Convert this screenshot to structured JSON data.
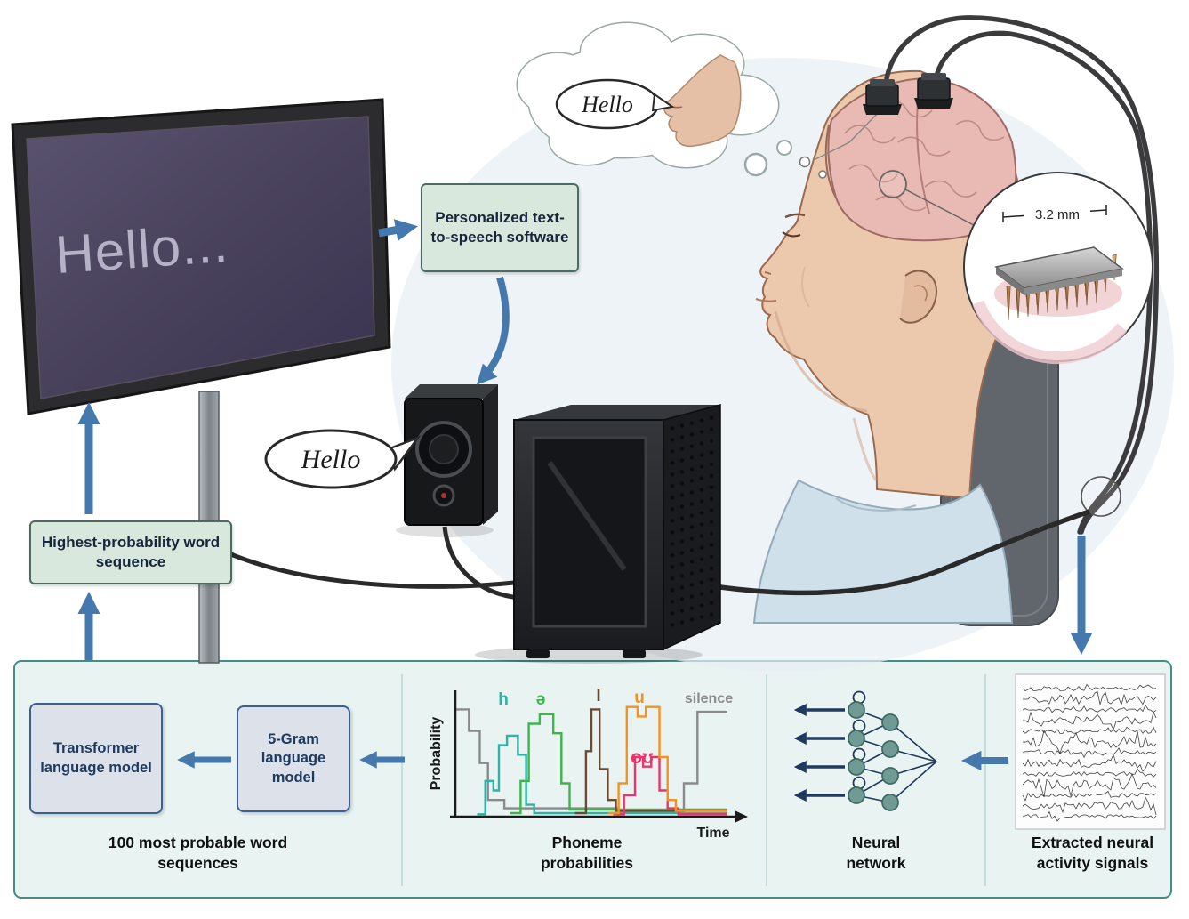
{
  "palette": {
    "panel_bg": "#e9f4f2",
    "panel_border": "#3f8e88",
    "green_box_bg": "#d9e8dc",
    "green_box_border": "#4d6b63",
    "blue_box_bg": "#dde2ea",
    "blue_box_border": "#3c5f95",
    "arrow_blue": "#4579ad",
    "navy": "#1e3a5f",
    "node_teal": "#6f9b94",
    "screen_bg": "#49425c",
    "screen_text": "#b5b1c6"
  },
  "thought_bubble": {
    "text": "Hello"
  },
  "screen": {
    "text": "Hello..."
  },
  "speaker_bubble": {
    "text": "Hello"
  },
  "implant_inset": {
    "measurement": "3.2 mm"
  },
  "flow_boxes": {
    "tts": "Personalized text-to-speech software",
    "word_sequence": "Highest-probability word sequence",
    "transformer": "Transformer language model",
    "ngram": "5-Gram language model"
  },
  "captions": {
    "word_sequences": "100 most probable word sequences",
    "phonemes": "Phoneme probabilities",
    "neural_network": "Neural network",
    "signals": "Extracted neural activity signals"
  },
  "chart_data": {
    "type": "line",
    "title": "Phoneme probabilities",
    "xlabel": "Time",
    "ylabel": "Probability",
    "xlim": [
      0,
      100
    ],
    "ylim": [
      0,
      1
    ],
    "grid": false,
    "legend_position": "above-curves",
    "series": [
      {
        "name": "silence",
        "color": "#8a8a8a",
        "points": [
          [
            0,
            0.9
          ],
          [
            5,
            0.9
          ],
          [
            5,
            0.72
          ],
          [
            9,
            0.72
          ],
          [
            9,
            0.45
          ],
          [
            12,
            0.45
          ],
          [
            12,
            0.14
          ],
          [
            18,
            0.14
          ],
          [
            18,
            0.07
          ],
          [
            60,
            0.07
          ],
          [
            60,
            0.04
          ],
          [
            84,
            0.04
          ],
          [
            84,
            0.28
          ],
          [
            89,
            0.28
          ],
          [
            89,
            0.88
          ],
          [
            100,
            0.88
          ]
        ]
      },
      {
        "name": "h",
        "color": "#2bb3a8",
        "points": [
          [
            8,
            0.02
          ],
          [
            11,
            0.02
          ],
          [
            11,
            0.3
          ],
          [
            14,
            0.3
          ],
          [
            14,
            0.22
          ],
          [
            16,
            0.22
          ],
          [
            16,
            0.6
          ],
          [
            19,
            0.6
          ],
          [
            19,
            0.68
          ],
          [
            23,
            0.68
          ],
          [
            23,
            0.52
          ],
          [
            26,
            0.52
          ],
          [
            26,
            0.1
          ],
          [
            29,
            0.1
          ],
          [
            29,
            0.03
          ],
          [
            100,
            0.03
          ]
        ]
      },
      {
        "name": "ə",
        "color": "#3cb54a",
        "points": [
          [
            20,
            0.03
          ],
          [
            24,
            0.03
          ],
          [
            24,
            0.3
          ],
          [
            27,
            0.3
          ],
          [
            27,
            0.78
          ],
          [
            31,
            0.78
          ],
          [
            31,
            0.86
          ],
          [
            36,
            0.86
          ],
          [
            36,
            0.7
          ],
          [
            39,
            0.7
          ],
          [
            39,
            0.28
          ],
          [
            42,
            0.28
          ],
          [
            42,
            0.06
          ],
          [
            100,
            0.06
          ]
        ]
      },
      {
        "name": "l",
        "color": "#6b4a2f",
        "points": [
          [
            44,
            0.03
          ],
          [
            48,
            0.03
          ],
          [
            48,
            0.55
          ],
          [
            50,
            0.55
          ],
          [
            50,
            0.9
          ],
          [
            53,
            0.9
          ],
          [
            53,
            0.4
          ],
          [
            56,
            0.4
          ],
          [
            56,
            0.14
          ],
          [
            59,
            0.14
          ],
          [
            59,
            0.05
          ],
          [
            100,
            0.05
          ]
        ]
      },
      {
        "name": "oʊ",
        "color": "#e8356d",
        "points": [
          [
            58,
            0.02
          ],
          [
            62,
            0.02
          ],
          [
            62,
            0.18
          ],
          [
            66,
            0.18
          ],
          [
            66,
            0.5
          ],
          [
            69,
            0.5
          ],
          [
            69,
            0.42
          ],
          [
            72,
            0.42
          ],
          [
            72,
            0.5
          ],
          [
            75,
            0.5
          ],
          [
            75,
            0.22
          ],
          [
            78,
            0.22
          ],
          [
            78,
            0.07
          ],
          [
            82,
            0.07
          ],
          [
            82,
            0.02
          ],
          [
            100,
            0.02
          ]
        ]
      },
      {
        "name": "u",
        "color": "#f59120",
        "points": [
          [
            56,
            0.03
          ],
          [
            60,
            0.03
          ],
          [
            60,
            0.28
          ],
          [
            63,
            0.28
          ],
          [
            63,
            0.92
          ],
          [
            67,
            0.92
          ],
          [
            67,
            0.84
          ],
          [
            70,
            0.84
          ],
          [
            70,
            0.92
          ],
          [
            75,
            0.92
          ],
          [
            75,
            0.5
          ],
          [
            78,
            0.5
          ],
          [
            78,
            0.14
          ],
          [
            81,
            0.14
          ],
          [
            81,
            0.05
          ],
          [
            100,
            0.05
          ]
        ]
      }
    ]
  }
}
